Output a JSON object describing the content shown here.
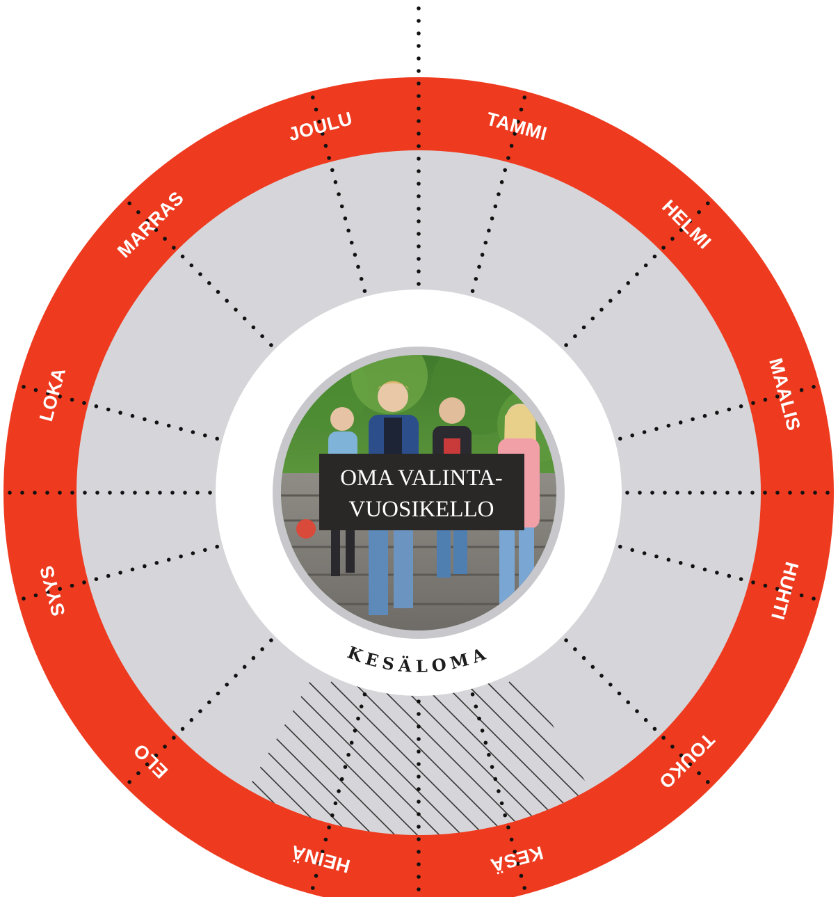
{
  "title": {
    "lines": [
      "OMA VALINTA-",
      "VUOSIKELLO"
    ]
  },
  "vacation_label": "KESÄLOMA",
  "months": [
    {
      "label": "TAMMI"
    },
    {
      "label": "HELMI"
    },
    {
      "label": "MAALIS"
    },
    {
      "label": "HUHTI"
    },
    {
      "label": "TOUKO"
    },
    {
      "label": "KESÄ"
    },
    {
      "label": "HEINÄ"
    },
    {
      "label": "ELO"
    },
    {
      "label": "SYYS"
    },
    {
      "label": "LOKA"
    },
    {
      "label": "MARRAS"
    },
    {
      "label": "JOULU"
    }
  ],
  "colors": {
    "ring": "#ee3a1f",
    "inner_fill": "#d6d6da",
    "photo_border": "#c8c8cc",
    "title_box": "#2a2727",
    "dots": "#111111"
  },
  "center_image": {
    "icon": "students-walking-photo"
  }
}
